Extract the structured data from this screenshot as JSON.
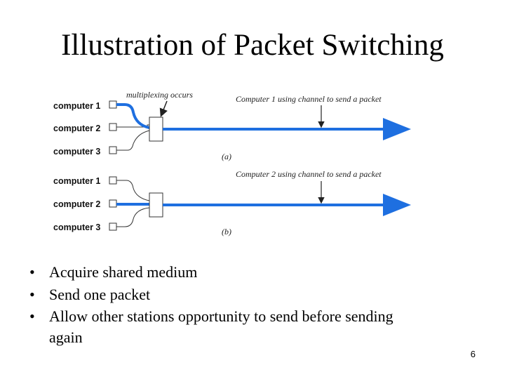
{
  "slide": {
    "title": "Illustration of Packet Switching",
    "page_number": "6"
  },
  "diagram": {
    "part_a": {
      "computers": [
        "computer 1",
        "computer 2",
        "computer 3"
      ],
      "mux_note": "multiplexing occurs",
      "channel_note": "Computer 1 using channel to send a packet",
      "caption": "(a)",
      "active_computer": "computer 1"
    },
    "part_b": {
      "computers": [
        "computer 1",
        "computer 2",
        "computer 3"
      ],
      "channel_note": "Computer 2 using channel to send a packet",
      "caption": "(b)",
      "active_computer": "computer 2"
    },
    "colors": {
      "active_line": "#1e6fe0",
      "wire": "#333333"
    }
  },
  "bullets": [
    "Acquire shared medium",
    "Send one packet",
    "Allow other stations opportunity to send before sending again"
  ]
}
